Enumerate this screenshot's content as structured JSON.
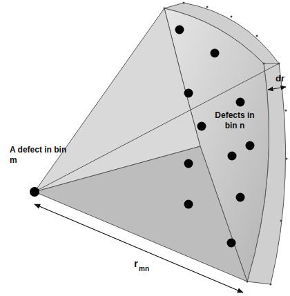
{
  "diagram": {
    "labels": [
      "A defect in bin m",
      "Defects in bin n",
      "dr",
      "r",
      "mn"
    ]
  }
}
